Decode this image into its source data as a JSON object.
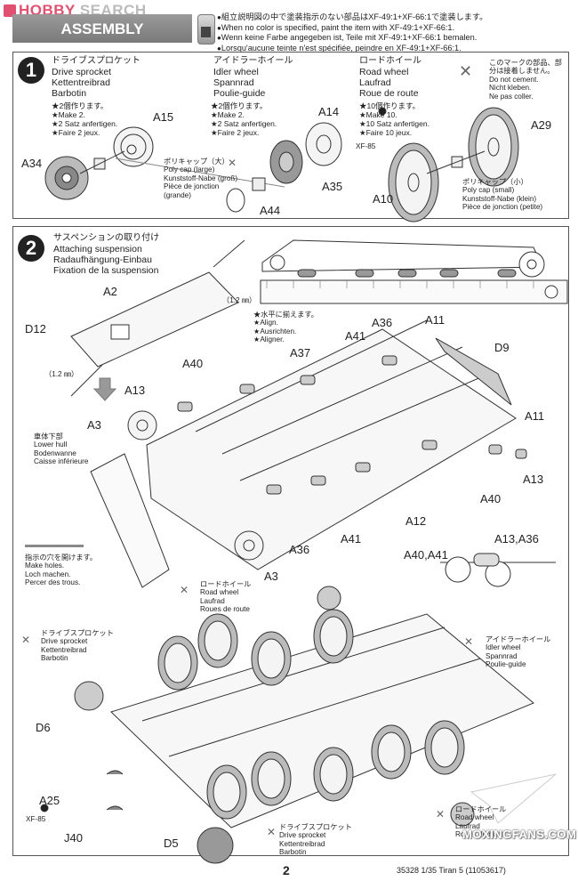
{
  "header": {
    "logo_hobby": "HOBBY",
    "logo_search": " SEARCH",
    "section_title": "ASSEMBLY",
    "paint_notes": [
      "組立説明図の中で塗装指示のない部品はXF-49:1+XF-66:1で塗装します。",
      "When no color is specified, paint the item with XF-49:1+XF-66:1.",
      "Wenn keine Farbe angegeben ist, Teile mit XF-49:1+XF-66:1 bemalen.",
      "Lorsqu'aucune teinte n'est spécifiée, peindre en XF-49:1+XF-66:1."
    ]
  },
  "step1": {
    "number": "1",
    "drive_sprocket": {
      "jp": "ドライブスプロケット",
      "en": "Drive sprocket",
      "de": "Kettentreibrad",
      "fr": "Barbotin",
      "instructions": [
        "★2個作ります。",
        "★Make 2.",
        "★2 Satz anfertigen.",
        "★Faire 2 jeux."
      ],
      "parts": [
        "A15",
        "A34"
      ]
    },
    "idler_wheel": {
      "jp": "アイドラーホイール",
      "en": "Idler wheel",
      "de": "Spannrad",
      "fr": "Poulie-guide",
      "instructions": [
        "★2個作ります。",
        "★Make 2.",
        "★2 Satz anfertigen.",
        "★Faire 2 jeux."
      ],
      "parts": [
        "A14",
        "A35",
        "A44"
      ]
    },
    "road_wheel": {
      "jp": "ロードホイール",
      "en": "Road wheel",
      "de": "Laufrad",
      "fr": "Roue de route",
      "instructions": [
        "★10個作ります。",
        "★Make 10.",
        "★10 Satz anfertigen.",
        "★Faire 10 jeux."
      ],
      "parts": [
        "A29",
        "A10"
      ],
      "paint": "XF-85"
    },
    "poly_cap_large": [
      "ポリキャップ（大）",
      "Poly cap (large)",
      "Kunststoff-Nabe (groß)",
      "Pièce de jonction",
      "(grande)"
    ],
    "poly_cap_small": [
      "ポリキャップ（小）",
      "Poly cap (small)",
      "Kunststoff-Nabe (klein)",
      "Pièce de jonction (petite)"
    ],
    "no_cement": [
      "このマークの部品、部",
      "分は接着しません。",
      "Do not cement.",
      "Nicht kleben.",
      "Ne pas coller."
    ]
  },
  "step2": {
    "number": "2",
    "title": [
      "サスペンションの取り付け",
      "Attaching suspension",
      "Radaufhängung-Einbau",
      "Fixation de la suspension"
    ],
    "drill_size_1": "（1.2 ㎜）",
    "drill_size_2": "（1.2 ㎜）",
    "align": [
      "★水平に揃えます。",
      "★Align.",
      "★Ausrichten.",
      "★Aligner."
    ],
    "lower_hull": [
      "車体下部",
      "Lower hull",
      "Bodenwanne",
      "Caisse inférieure"
    ],
    "make_holes": [
      "指示の穴を開けます。",
      "Make holes.",
      "Loch machen.",
      "Percer des trous."
    ],
    "road_wheel_label": [
      "ロードホイール",
      "Road wheel",
      "Laufrad",
      "Roues de route"
    ],
    "drive_sprocket_label": [
      "ドライブスプロケット",
      "Drive sprocket",
      "Kettentreibrad",
      "Barbotin"
    ],
    "idler_wheel_label": [
      "アイドラーホイール",
      "Idler wheel",
      "Spannrad",
      "Poulie-guide"
    ],
    "road_wheel_label_2": [
      "ロードホイール",
      "Road wheel",
      "Laufrad",
      "Roues de route"
    ],
    "drive_sprocket_label_2": [
      "ドライブスプロケット",
      "Drive sprocket",
      "Kettentreibrad",
      "Barbotin"
    ],
    "paint": "XF-85",
    "parts": {
      "A2": "A2",
      "D12": "D12",
      "A40": "A40",
      "A13": "A13",
      "A37": "A37",
      "A41": "A41",
      "A36": "A36",
      "A11": "A11",
      "D9": "D9",
      "A3": "A3",
      "A12": "A12",
      "A40_2": "A40",
      "A13_2": "A13",
      "A11_2": "A11",
      "A41_2": "A41",
      "A36_2": "A36",
      "A3_2": "A3",
      "A40_A41": "A40,A41",
      "A13_A36": "A13,A36",
      "D6": "D6",
      "A25": "A25",
      "J40": "J40",
      "D5": "D5"
    }
  },
  "footer": {
    "page_number": "2",
    "product_code": "35328  1/35 Tiran 5 (11053617)",
    "watermark": "MOXINGFANS.COM"
  }
}
